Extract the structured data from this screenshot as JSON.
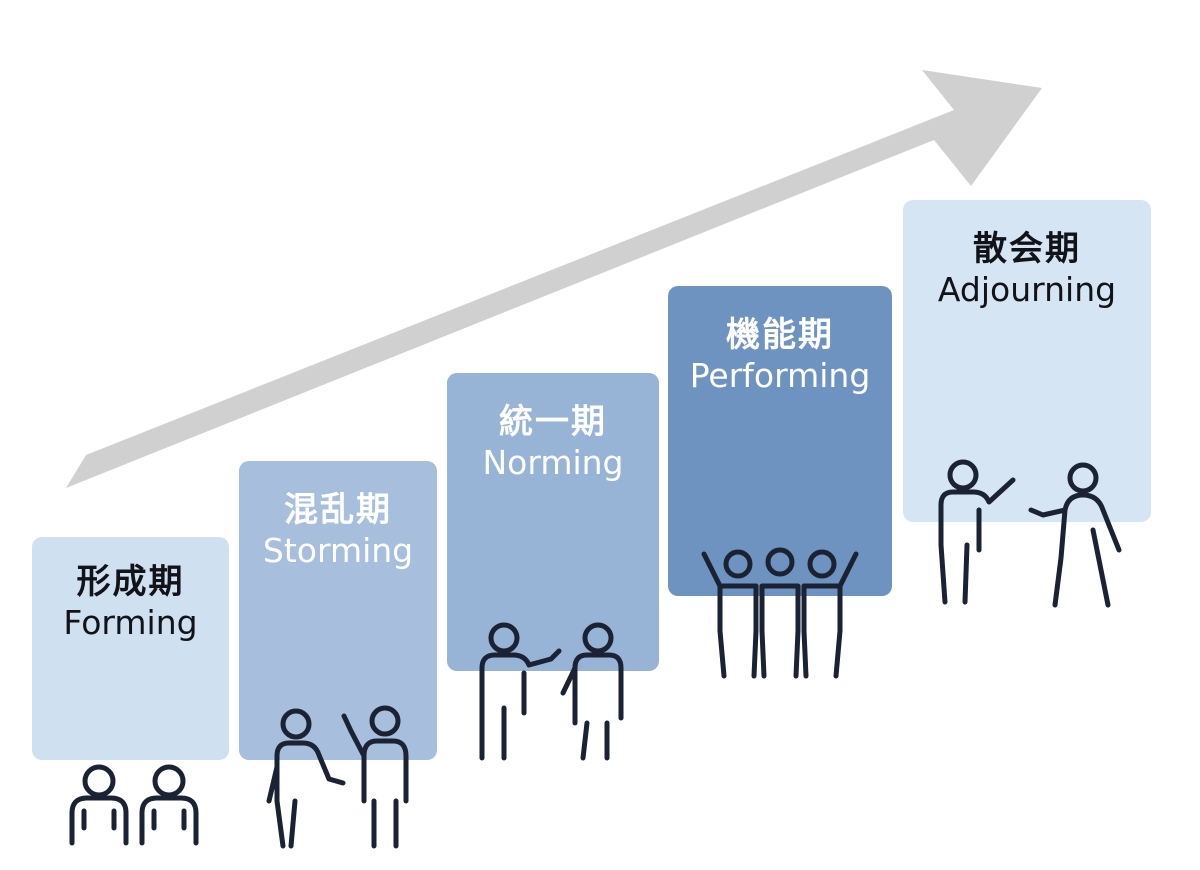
{
  "diagram": {
    "arrow_color": "#d0d0d0",
    "stages": [
      {
        "jp": "形成期",
        "en": "Forming",
        "color": "#cfe0f0",
        "icon": "two-people-icon"
      },
      {
        "jp": "混乱期",
        "en": "Storming",
        "color": "#a7bfdc",
        "icon": "people-arguing-icon"
      },
      {
        "jp": "統一期",
        "en": "Norming",
        "color": "#97b3d6",
        "icon": "people-agreeing-icon"
      },
      {
        "jp": "機能期",
        "en": "Performing",
        "color": "#6f93c0",
        "icon": "group-cheering-icon"
      },
      {
        "jp": "散会期",
        "en": "Adjourning",
        "color": "#d6e5f3",
        "icon": "people-waving-goodbye-icon"
      }
    ]
  }
}
